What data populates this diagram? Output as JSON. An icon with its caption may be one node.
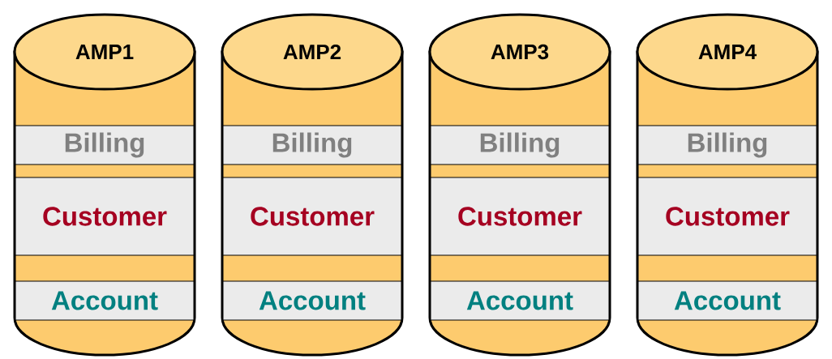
{
  "diagram": {
    "nodes": [
      {
        "text": [
          "AMP1"
        ]
      },
      {
        "text": [
          "Billing"
        ],
        "in": 0
      },
      {
        "text": [
          "Customer"
        ],
        "in": 0
      },
      {
        "text": [
          "Account"
        ],
        "in": 0
      },
      {
        "text": [
          "AMP2"
        ]
      },
      {
        "text": [
          "Billing"
        ],
        "in": 4
      },
      {
        "text": [
          "Customer"
        ],
        "in": 4
      },
      {
        "text": [
          "Account"
        ],
        "in": 4
      },
      {
        "text": [
          "AMP3"
        ]
      },
      {
        "text": [
          "Billing"
        ],
        "in": 8
      },
      {
        "text": [
          "Customer"
        ],
        "in": 8
      },
      {
        "text": [
          "Account"
        ],
        "in": 8
      },
      {
        "text": [
          "AMP4"
        ]
      },
      {
        "text": [
          "Billing"
        ],
        "in": 12
      },
      {
        "text": [
          "Customer"
        ],
        "in": 12
      },
      {
        "text": [
          "Account"
        ],
        "in": 12
      }
    ]
  }
}
